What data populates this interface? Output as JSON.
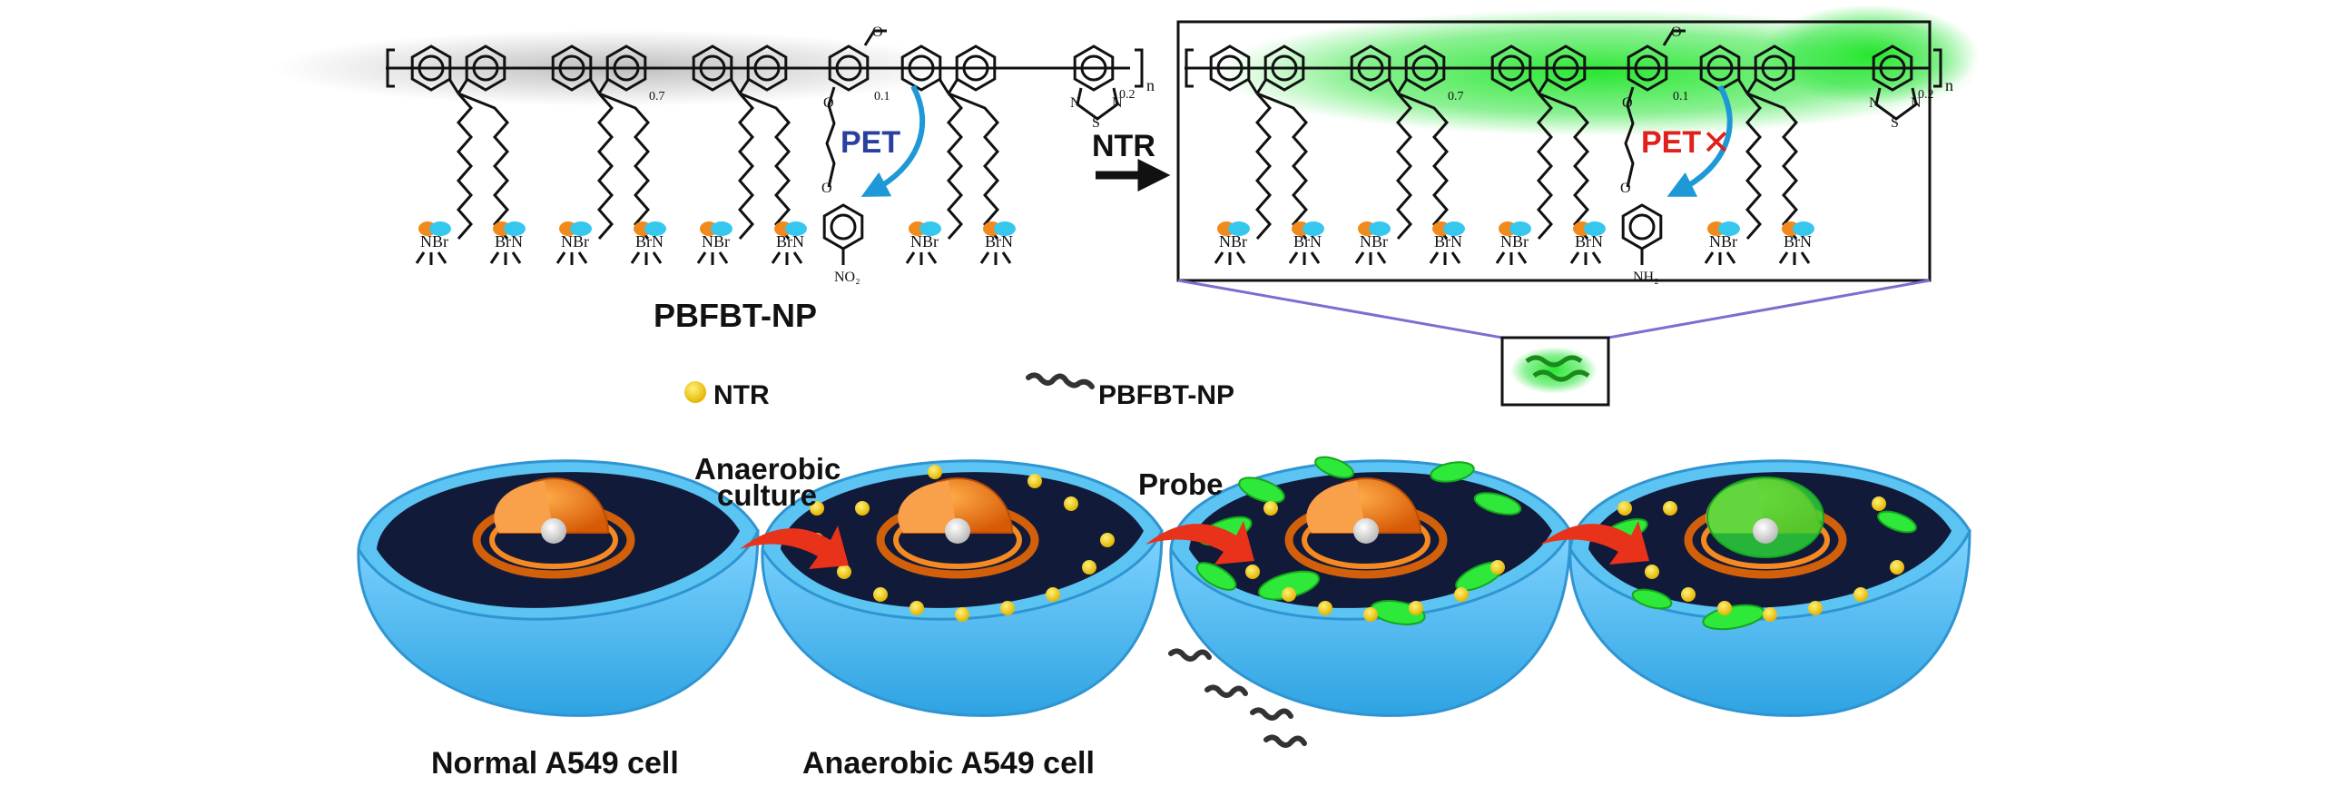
{
  "reaction": {
    "reagent_label": "NTR",
    "pet_on_label": "PET",
    "pet_off_label": "PET",
    "pet_off_mark": "✕",
    "polymer_name": "PBFBT-NP",
    "subscripts": [
      "0.7",
      "0.1",
      "0.2",
      "n"
    ],
    "amine_groups": [
      "NBr",
      "BrN"
    ],
    "nitro_group": "NO₂",
    "amino_group": "NH₂",
    "thiadiazole_atoms": [
      "N",
      "S",
      "N"
    ]
  },
  "legend": {
    "ntr_label": "NTR",
    "probe_label": "PBFBT-NP"
  },
  "process": {
    "step1": "Anaerobic culture",
    "step1_line1": "Anaerobic",
    "step1_line2": "culture",
    "step2": "Probe",
    "cell1_label": "Normal A549 cell",
    "cell2_label": "Anaerobic A549 cell"
  },
  "colors": {
    "pet_on": "#2b3f9e",
    "pet_off": "#e0201a",
    "arrow_blue": "#1e98d6",
    "fluorescence": "#22e02a",
    "cell_membrane": "#4fb9ec",
    "cytoplasm": "#121a3a",
    "nucleus": "#f07a12",
    "ntr_dot": "#f5d20a",
    "process_arrow": "#e8321a",
    "zoom_line": "#7a6fd0"
  }
}
